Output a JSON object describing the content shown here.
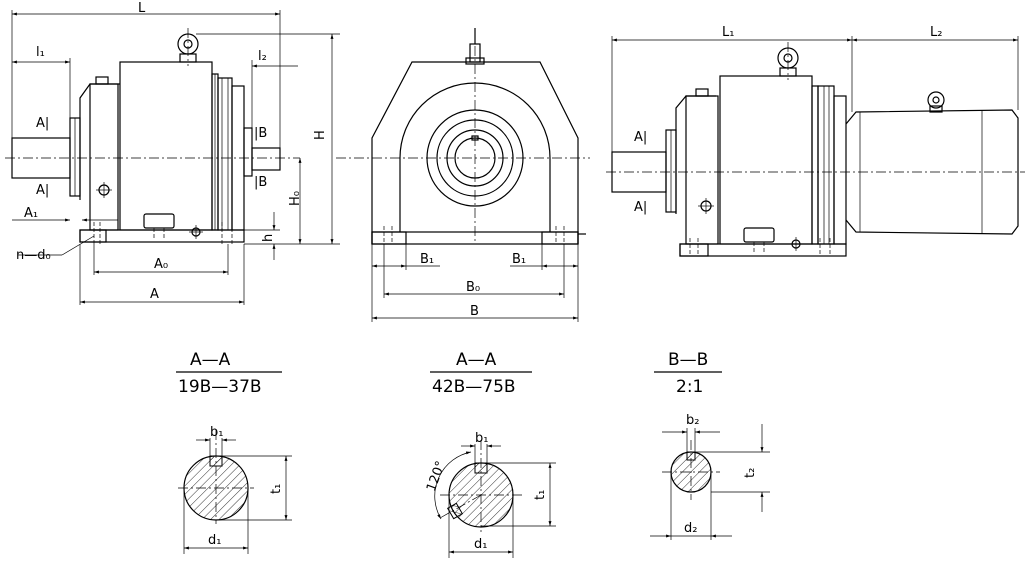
{
  "front_view": {
    "L": "L",
    "l1": "l₁",
    "l2": "l₂",
    "H": "H",
    "H0": "H₀",
    "h": "h",
    "A_top": "A|",
    "A_bottom": "A|",
    "B_top": "|B",
    "B_bottom": "|B",
    "A1": "A₁",
    "A0": "A₀",
    "A": "A",
    "n_d0": "n—d₀"
  },
  "end_view": {
    "B1_left": "B₁",
    "B1_right": "B₁",
    "B0": "B₀",
    "B": "B"
  },
  "motor_view": {
    "L1": "L₁",
    "L2": "L₂",
    "A_top": "A|",
    "A_bottom": "A|"
  },
  "sections": [
    {
      "title": "A—A",
      "subtitle": "19B—37B",
      "b": "b₁",
      "t": "t₁",
      "d": "d₁"
    },
    {
      "title": "A—A",
      "subtitle": "42B—75B",
      "b": "b₁",
      "t": "t₁",
      "d": "d₁",
      "angle": "120°"
    },
    {
      "title": "B—B",
      "subtitle": "2:1",
      "b": "b₂",
      "t": "t₂",
      "d": "d₂"
    }
  ]
}
